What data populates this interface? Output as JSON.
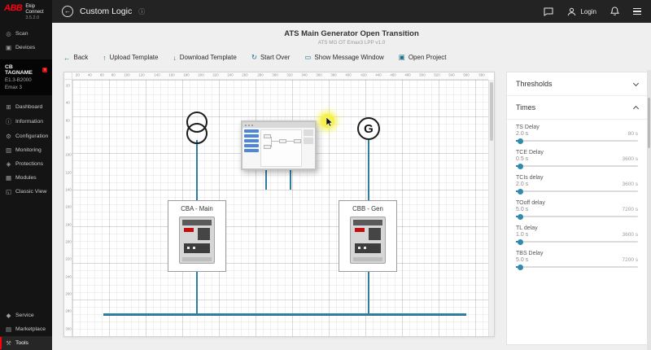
{
  "colors": {
    "logo-red": "#ff000f",
    "accent": "#2e8bab",
    "line": "#2e7d9c",
    "cursor-yellow": "#f6f04a"
  },
  "sidebar": {
    "logo": "ABB",
    "app_name": "Ekip Connect",
    "app_version": "3.5.2.0",
    "top_items": [
      {
        "label": "Scan",
        "icon": "scan-icon"
      },
      {
        "label": "Devices",
        "icon": "devices-icon"
      }
    ],
    "device": {
      "name": "CB TAGNAME",
      "model": "E1.3-B2000",
      "family": "Emax 3"
    },
    "nav_items": [
      {
        "label": "Dashboard",
        "icon": "dashboard-icon"
      },
      {
        "label": "Information",
        "icon": "information-icon"
      },
      {
        "label": "Configuration",
        "icon": "configuration-icon"
      },
      {
        "label": "Monitoring",
        "icon": "monitoring-icon"
      },
      {
        "label": "Protections",
        "icon": "protections-icon"
      },
      {
        "label": "Modules",
        "icon": "modules-icon"
      },
      {
        "label": "Classic View",
        "icon": "classic-view-icon"
      }
    ],
    "bottom_items": [
      {
        "label": "Service",
        "icon": "service-icon"
      },
      {
        "label": "Marketplace",
        "icon": "marketplace-icon"
      },
      {
        "label": "Tools",
        "icon": "tools-icon",
        "active": true
      }
    ]
  },
  "topbar": {
    "title": "Custom Logic",
    "login_label": "Login"
  },
  "page": {
    "title": "ATS Main Generator Open Transition",
    "subtitle": "ATS MG OT Emax3 LPP v1.0"
  },
  "toolbar": {
    "buttons": [
      {
        "label": "Back",
        "icon": "back-arrow-icon"
      },
      {
        "label": "Upload Template",
        "icon": "upload-icon"
      },
      {
        "label": "Download Template",
        "icon": "download-icon"
      },
      {
        "label": "Start Over",
        "icon": "restart-icon"
      },
      {
        "label": "Show Message Window",
        "icon": "window-icon"
      },
      {
        "label": "Open Project",
        "icon": "open-project-icon"
      }
    ]
  },
  "canvas": {
    "ruler_top": [
      20,
      40,
      60,
      80,
      100,
      120,
      140,
      160,
      180,
      200,
      220,
      240,
      260,
      280,
      300,
      320,
      340,
      360,
      380,
      400,
      420,
      440,
      460,
      480,
      500,
      520,
      540,
      560,
      580
    ],
    "ruler_left": [
      20,
      40,
      60,
      80,
      100,
      120,
      140,
      160,
      180,
      200,
      220,
      240,
      260,
      280,
      300
    ],
    "generator_label": "G",
    "breakers": [
      {
        "label": "CBA - Main"
      },
      {
        "label": "CBB - Gen"
      }
    ]
  },
  "panel": {
    "sections": [
      {
        "label": "Thresholds"
      },
      {
        "label": "Times"
      }
    ],
    "sliders": [
      {
        "label": "TS Delay",
        "value": "2.0 s",
        "max": "80 s"
      },
      {
        "label": "TCE Delay",
        "value": "0.5 s",
        "max": "3600 s"
      },
      {
        "label": "TCIs delay",
        "value": "2.0 s",
        "max": "3600 s"
      },
      {
        "label": "TOoff delay",
        "value": "5.0 s",
        "max": "7200 s"
      },
      {
        "label": "TL delay",
        "value": "1.0 s",
        "max": "3600 s"
      },
      {
        "label": "TBS Delay",
        "value": "5.0 s",
        "max": "7200 s"
      }
    ]
  }
}
